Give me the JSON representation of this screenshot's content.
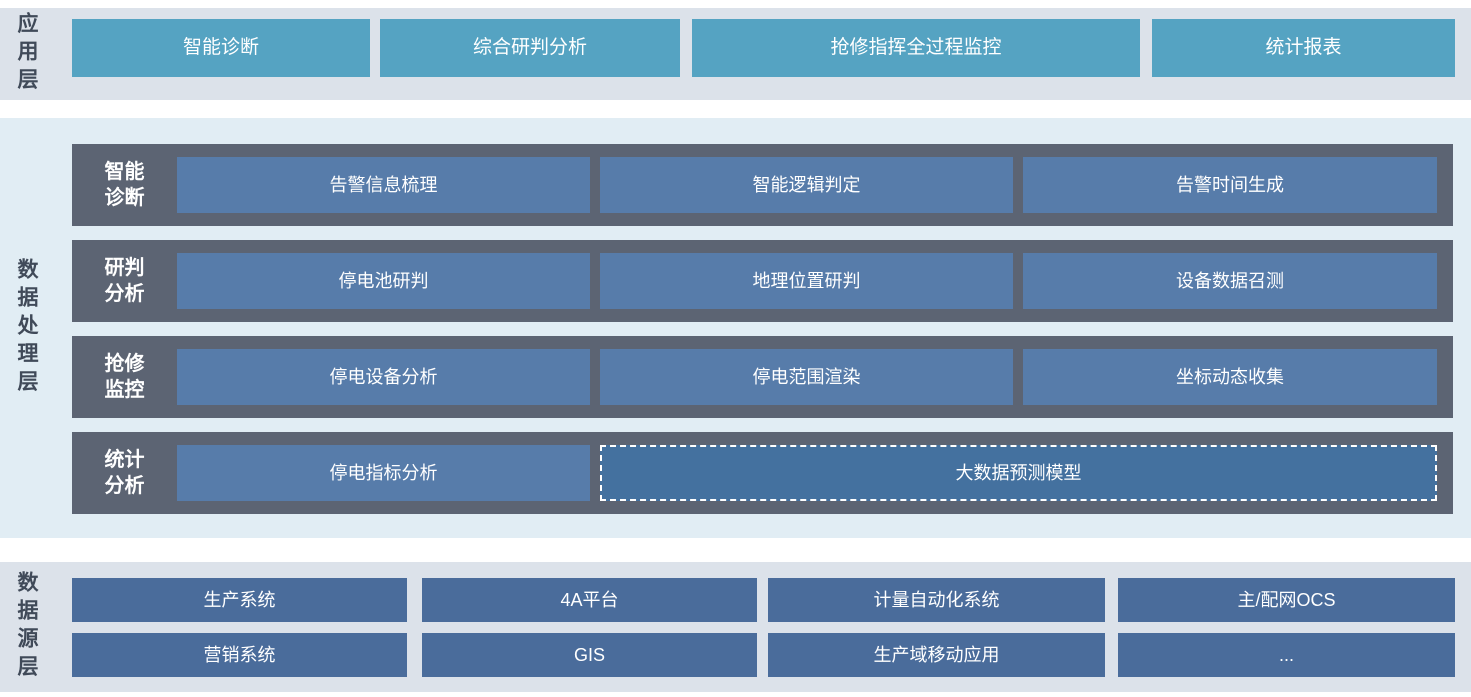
{
  "app_layer": {
    "label": "应用层",
    "buttons": [
      "智能诊断",
      "综合研判分析",
      "抢修指挥全过程监控",
      "统计报表"
    ]
  },
  "processing_layer": {
    "label": "数据处理层",
    "rows": [
      {
        "label_line1": "智能",
        "label_line2": "诊断",
        "boxes": [
          "告警信息梳理",
          "智能逻辑判定",
          "告警时间生成"
        ]
      },
      {
        "label_line1": "研判",
        "label_line2": "分析",
        "boxes": [
          "停电池研判",
          "地理位置研判",
          "设备数据召测"
        ]
      },
      {
        "label_line1": "抢修",
        "label_line2": "监控",
        "boxes": [
          "停电设备分析",
          "停电范围渲染",
          "坐标动态收集"
        ]
      },
      {
        "label_line1": "统计",
        "label_line2": "分析",
        "boxes": [
          "停电指标分析"
        ],
        "dashed_box": "大数据预测模型"
      }
    ]
  },
  "source_layer": {
    "label": "数据源层",
    "row1": [
      "生产系统",
      "4A平台",
      "计量自动化系统",
      "主/配网OCS"
    ],
    "row2": [
      "营销系统",
      "GIS",
      "生产域移动应用",
      "..."
    ]
  },
  "colors": {
    "app_button": "#55a3c2",
    "band_gray": "#dce2ea",
    "band_blue": "#e1edf4",
    "row_bar": "#5c6473",
    "proc_box": "#577caa",
    "dashed_box_fill": "#44719f",
    "source_box": "#4a6c9b",
    "label_text": "#404a59",
    "box_text": "#ffffff"
  }
}
